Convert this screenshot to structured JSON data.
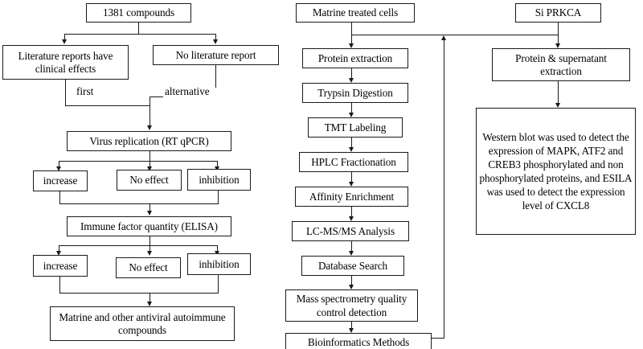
{
  "figure": {
    "kind": "experimental-workflow-flowchart",
    "columns": 3,
    "line_color": "#1a1a1a",
    "background": "#ffffff"
  },
  "left_branch": {
    "title": "Compound screening branch",
    "nodes": {
      "compounds": "1381 compounds",
      "literature_yes": "Literature reports have clinical effects",
      "literature_no": "No literature report",
      "virus_replication": "Virus replication (RT qPCR)",
      "vr_increase": "increase",
      "vr_no_effect": "No effect",
      "vr_inhibition": "inhibition",
      "immune_factor": "Immune factor quantity (ELISA)",
      "if_increase": "increase",
      "if_no_effect": "No effect",
      "if_inhibition": "inhibition",
      "outcome": "Matrine and other antiviral autoimmune compounds"
    },
    "edge_labels": {
      "first": "first",
      "alternative": "alternative"
    }
  },
  "middle_branch": {
    "title": "Proteomics workflow",
    "nodes": {
      "step1": "Matrine treated cells",
      "step2": "Protein extraction",
      "step3": "Trypsin Digestion",
      "step4": "TMT Labeling",
      "step5": "HPLC Fractionation",
      "step6": "Affinity Enrichment",
      "step7": "LC-MS/MS Analysis",
      "step8": "Database Search",
      "step9": "Mass spectrometry quality control detection",
      "step10": "Bioinformatics Methods"
    }
  },
  "right_branch": {
    "title": "Validation branch",
    "nodes": {
      "si_prkca": "Si PRKCA",
      "extraction": "Protein & supernatant extraction",
      "validation": "Western blot was used to detect the expression of MAPK, ATF2 and CREB3 phosphorylated and non phosphorylated proteins, and ESILA was used to detect the expression level of CXCL8"
    }
  }
}
